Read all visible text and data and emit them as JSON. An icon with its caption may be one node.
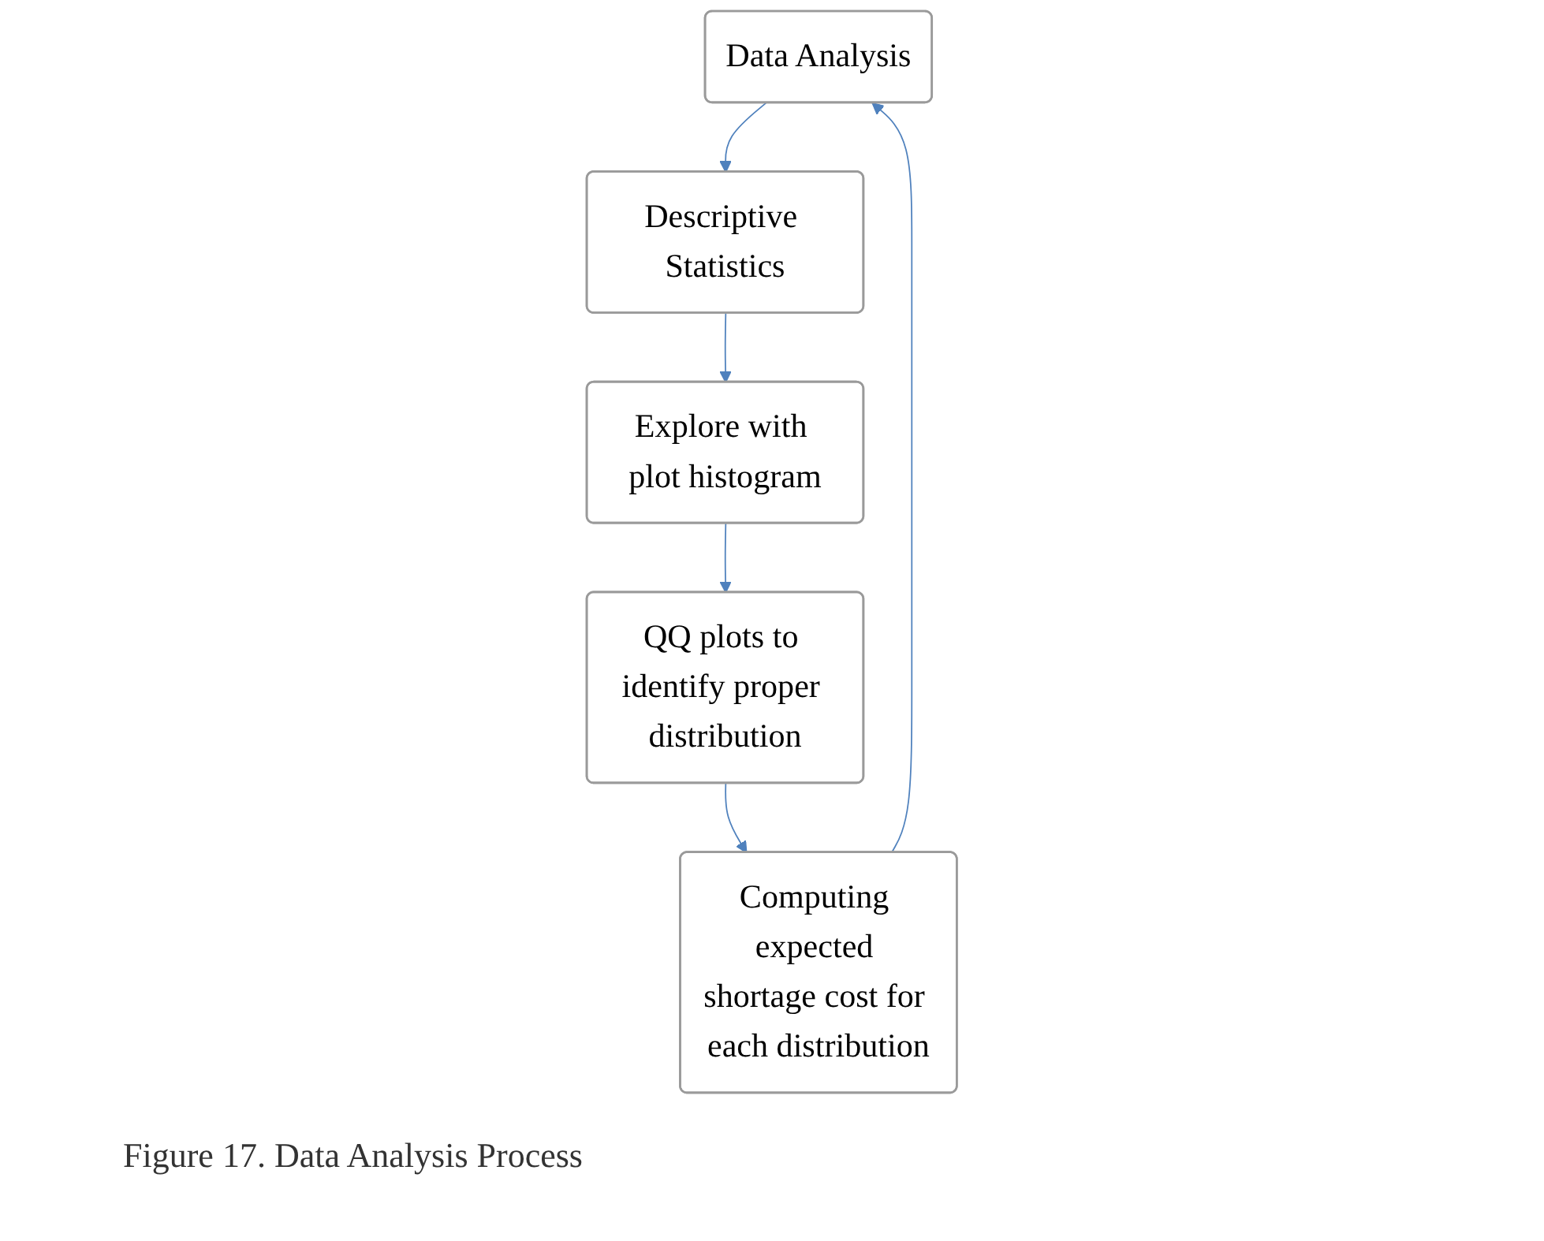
{
  "diagram": {
    "caption": "Figure 17. Data Analysis Process",
    "nodes": [
      {
        "text": [
          "Data Analysis"
        ]
      },
      {
        "text": [
          "Descriptive Statistics"
        ]
      },
      {
        "text": [
          "Explore with plot histogram"
        ]
      },
      {
        "text": [
          "QQ plots to identify proper distribution"
        ]
      },
      {
        "text": [
          "Computing expected shortage cost for each distribution"
        ]
      }
    ],
    "edges": [
      {
        "from": 0,
        "to": 1,
        "arrow": "to"
      },
      {
        "from": 1,
        "to": 2,
        "arrow": "to"
      },
      {
        "from": 2,
        "to": 3,
        "arrow": "to"
      },
      {
        "from": 3,
        "to": 4,
        "arrow": "to"
      },
      {
        "from": 4,
        "to": 0,
        "arrow": "to"
      }
    ]
  }
}
